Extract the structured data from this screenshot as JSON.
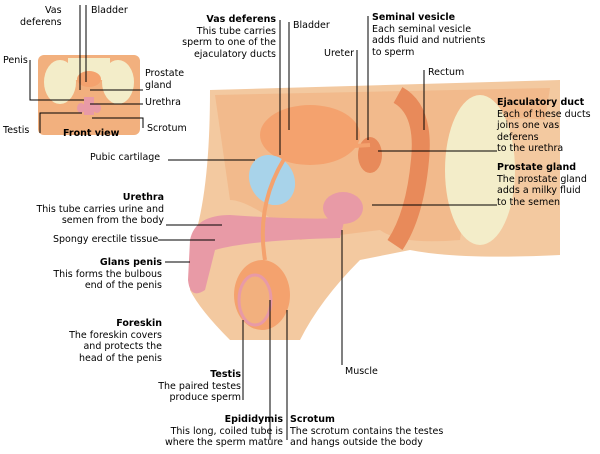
{
  "inset": {
    "vas_deferens": "Vas\ndeferens",
    "bladder": "Bladder",
    "penis": "Penis",
    "prostate": "Prostate\ngland",
    "urethra": "Urethra",
    "testis": "Testis",
    "front_view": "Front view",
    "scrotum": "Scrotum"
  },
  "labels": {
    "vas_deferens": {
      "title": "Vas deferens",
      "desc": [
        "This tube carries",
        "sperm to one of the",
        "ejaculatory ducts"
      ]
    },
    "bladder": "Bladder",
    "ureter": "Ureter",
    "seminal_vesicle": {
      "title": "Seminal vesicle",
      "desc": [
        "Each seminal vesicle",
        "adds fluid and nutrients",
        "to sperm"
      ]
    },
    "rectum": "Rectum",
    "ejaculatory_duct": {
      "title": "Ejaculatory duct",
      "desc": [
        "Each of these ducts",
        "joins one vas",
        "deferens",
        "to the urethra"
      ]
    },
    "pubic_cartilage": "Pubic cartilage",
    "prostate_gland": {
      "title": "Prostate gland",
      "desc": [
        "The prostate gland",
        "adds a milky fluid",
        "to the semen"
      ]
    },
    "urethra": {
      "title": "Urethra",
      "desc": [
        "This tube carries urine and",
        "semen from the body"
      ]
    },
    "spongy": "Spongy erectile tissue",
    "glans": {
      "title": "Glans penis",
      "desc": [
        "This forms the bulbous",
        "end of the penis"
      ]
    },
    "muscle": "Muscle",
    "foreskin": {
      "title": "Foreskin",
      "desc": [
        "The foreskin covers",
        "and protects the",
        "head of the penis"
      ]
    },
    "testis": {
      "title": "Testis",
      "desc": [
        "The paired testes",
        "produce sperm"
      ]
    },
    "epididymis": {
      "title": "Epididymis",
      "desc": [
        "This long, coiled tube is",
        "where the sperm mature"
      ]
    },
    "scrotum": {
      "title": "Scrotum",
      "desc": [
        "The scrotum contains the testes",
        "and hangs outside the body"
      ]
    }
  },
  "colors": {
    "skin": "#f3c9a0",
    "flesh": "#f2b07e",
    "bladder": "#f4a26e",
    "cartilage": "#a8d3ea",
    "pink": "#e89aa6",
    "bone": "#f3edc9"
  }
}
